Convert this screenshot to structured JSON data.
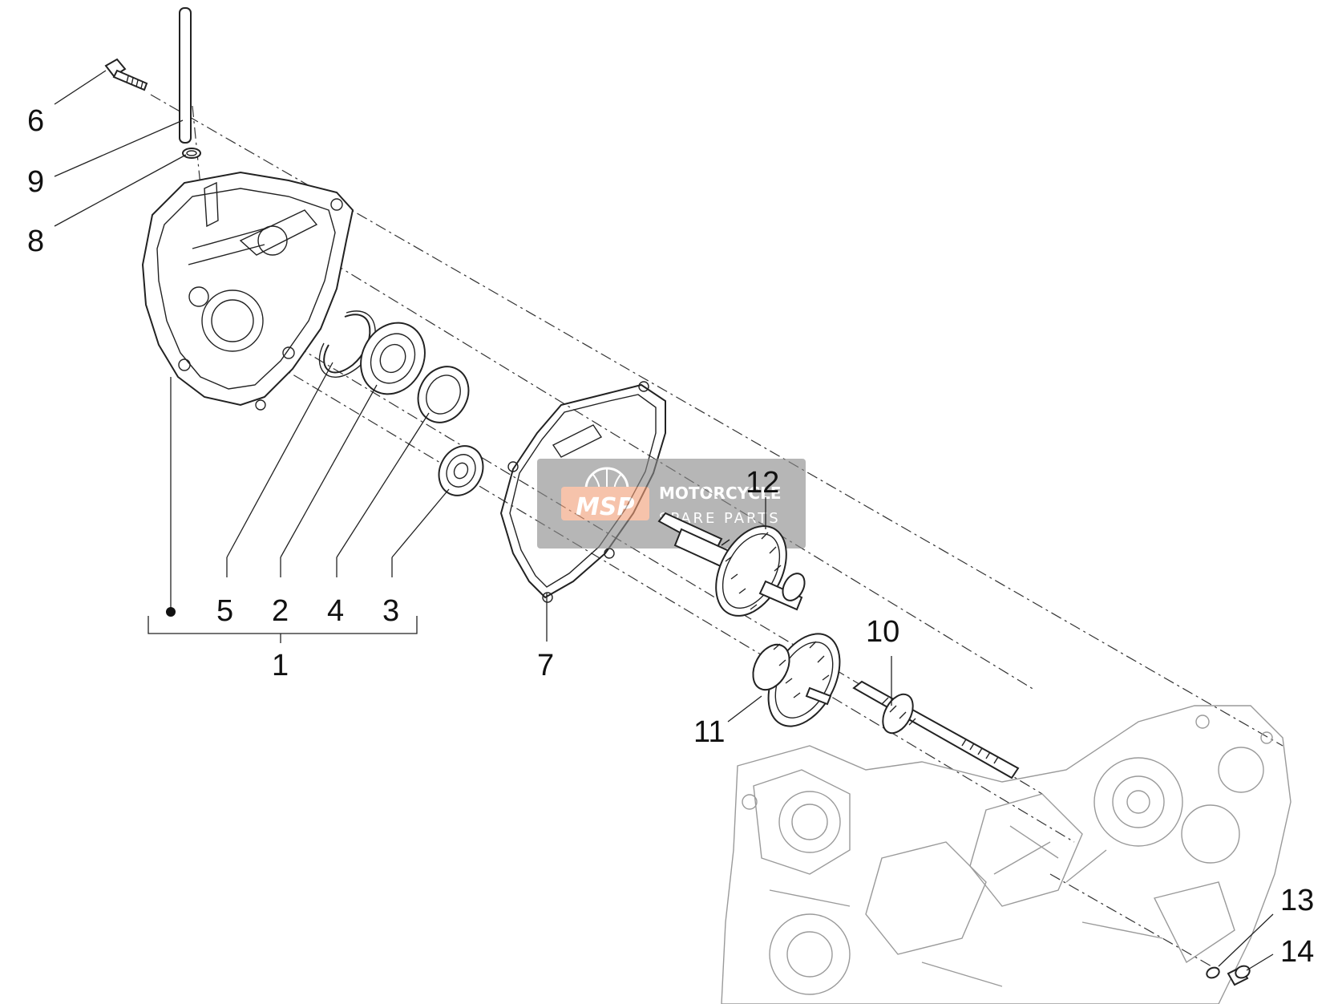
{
  "diagram": {
    "callouts": {
      "c1": "1",
      "c2": "2",
      "c3": "3",
      "c4": "4",
      "c5": "5",
      "c6": "6",
      "c7": "7",
      "c8": "8",
      "c9": "9",
      "c10": "10",
      "c11": "11",
      "c12": "12",
      "c13": "13",
      "c14": "14"
    },
    "watermark": {
      "logo": "MSP",
      "line1": "MOTORCYCLE",
      "line2": "SPARE PARTS"
    }
  },
  "colors": {
    "line": "#222222",
    "ghost": "#9a9a9a",
    "watermark_bg": "#8a8a8a",
    "watermark_accent": "#f2a079"
  }
}
